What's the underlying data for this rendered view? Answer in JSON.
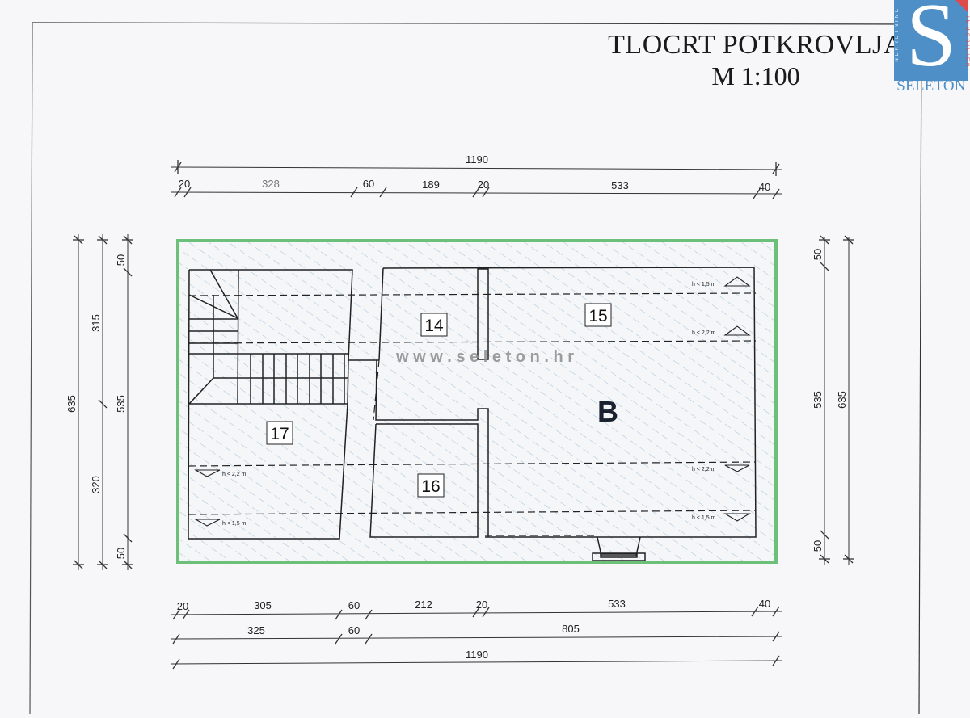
{
  "title": {
    "main": "TLOCRT POTKROVLJA",
    "scale": "M 1:100"
  },
  "logo": {
    "letter": "S",
    "name": "SELETON",
    "left_vertical": "NEKRETNINE",
    "right_vertical": "IMMOBILIEN",
    "colors": {
      "blue": "#4e8fc8",
      "red": "#e04a4a"
    }
  },
  "watermark": "w w w . s e l e t o n . h r",
  "building_label": "B",
  "rooms": [
    {
      "id": "14",
      "label": "14"
    },
    {
      "id": "15",
      "label": "15"
    },
    {
      "id": "16",
      "label": "16"
    },
    {
      "id": "17",
      "label": "17"
    }
  ],
  "height_markers": {
    "top_right_1": "h < 1,5 m",
    "top_right_2": "h < 2,2 m",
    "bottom_right_1": "h < 2,2 m",
    "bottom_right_2": "h < 1,5 m",
    "left_1": "h < 2,2 m",
    "left_2": "h < 1,5 m"
  },
  "dimensions": {
    "top_total": "1190",
    "top_segments": [
      "20",
      "328",
      "60",
      "189",
      "20",
      "533",
      "40"
    ],
    "bottom_segments": [
      "20",
      "305",
      "60",
      "212",
      "20",
      "533",
      "40"
    ],
    "bottom_mid": [
      "325",
      "60",
      "805"
    ],
    "bottom_total": "1190",
    "left_outer": "635",
    "left_mid": [
      "315",
      "320"
    ],
    "left_inner": [
      "50",
      "535",
      "50"
    ],
    "right_inner": [
      "50",
      "535",
      "50"
    ],
    "right_outer": "635"
  },
  "colors": {
    "outline_green": "#6cc07a",
    "hatch": "#a9c4d8",
    "line": "#222222"
  }
}
